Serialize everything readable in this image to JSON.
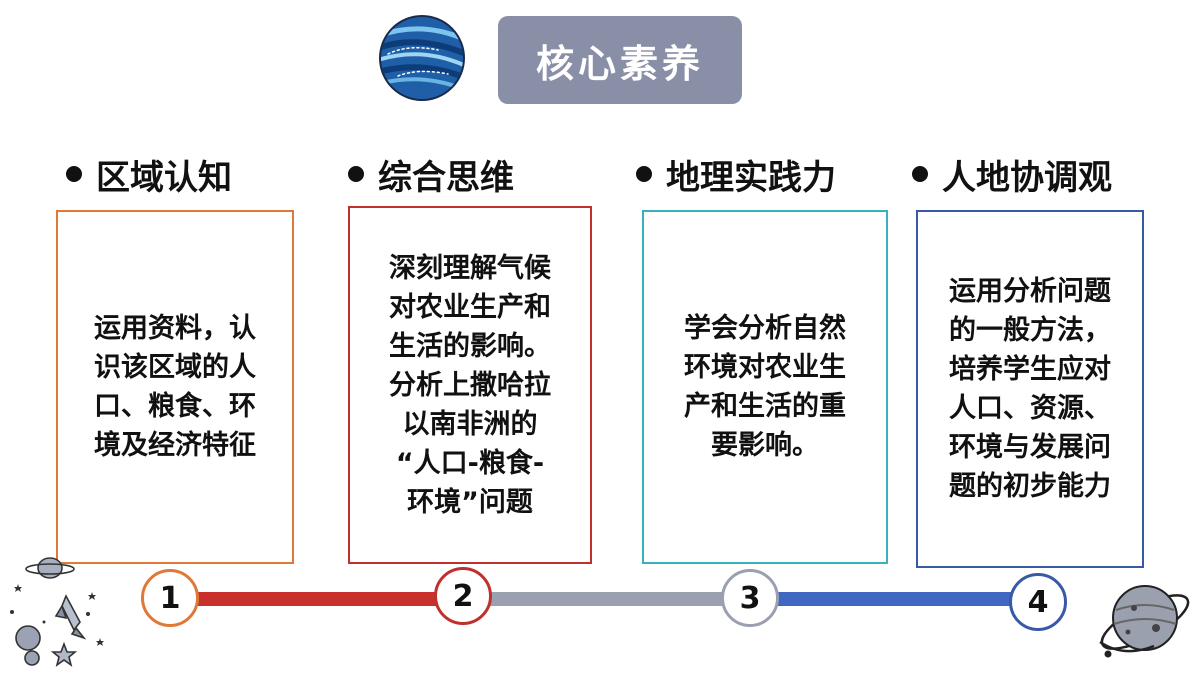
{
  "header": {
    "title": "核心素养",
    "logo_icon": "striped-planet-icon"
  },
  "colors": {
    "title_bg": "#8a8fa8",
    "card1": "#e07838",
    "card2": "#c0302c",
    "card3": "#3ab0bc",
    "card4": "#3858a8",
    "seg_red": "#c8302c",
    "seg_gray": "#9aa0b0",
    "seg_blue": "#4068c0"
  },
  "sections": [
    {
      "number": "1",
      "heading": "区域认知",
      "body": "运用资料，认\n识该区域的人\n口、粮食、环\n境及经济特征"
    },
    {
      "number": "2",
      "heading": "综合思维",
      "body": "深刻理解气候\n对农业生产和\n生活的影响。\n分析上撒哈拉\n以南非洲的\n“人口-粮食-\n环境”问题"
    },
    {
      "number": "3",
      "heading": "地理实践力",
      "body": "学会分析自然\n环境对农业生\n产和生活的重\n要影响。"
    },
    {
      "number": "4",
      "heading": "人地协调观",
      "body": "运用分析问题\n的一般方法，\n培养学生应对\n人口、资源、\n环境与发展问\n题的初步能力"
    }
  ],
  "decorations": {
    "left": "space-doodle-icon",
    "right": "ringed-planet-icon"
  }
}
